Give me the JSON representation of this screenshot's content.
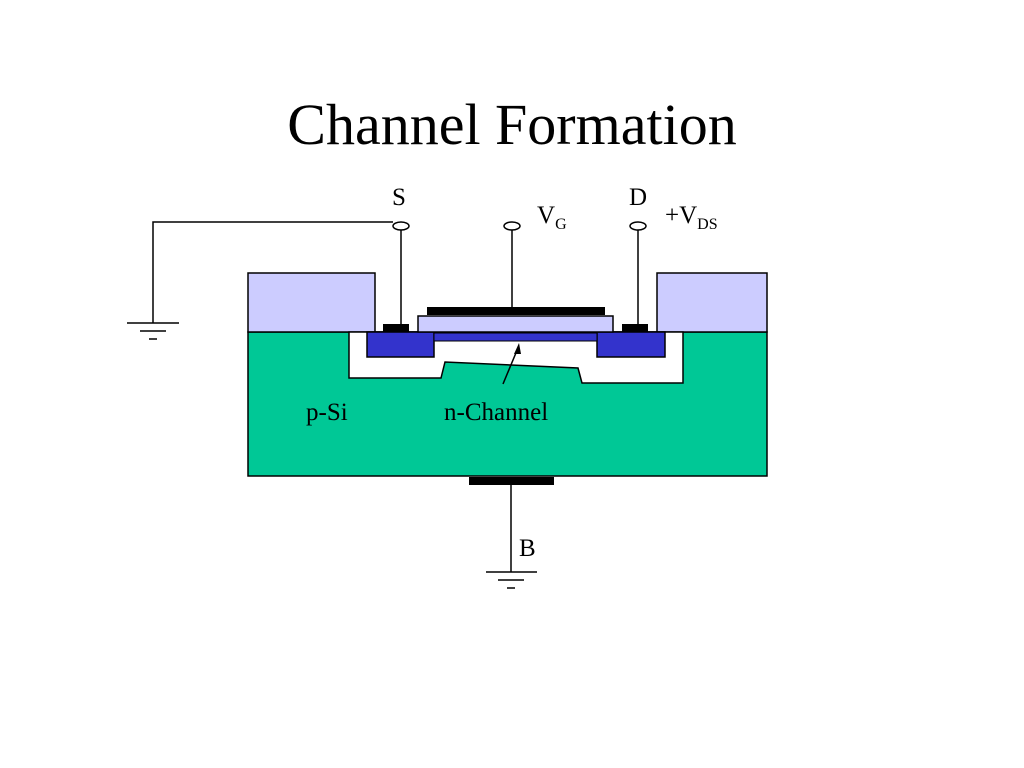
{
  "slide": {
    "title": "Channel Formation"
  },
  "labels": {
    "source": "S",
    "gate_main": "V",
    "gate_sub": "G",
    "drain": "D",
    "drain_voltage_main": "+V",
    "drain_voltage_sub": "DS",
    "substrate": "p-Si",
    "channel": "n-Channel",
    "body": "B"
  },
  "colors": {
    "substrate": "#00c896",
    "oxide": "#ccccff",
    "n_plus": "#3333cc",
    "metal": "#000000",
    "depletion": "#ffffff"
  }
}
